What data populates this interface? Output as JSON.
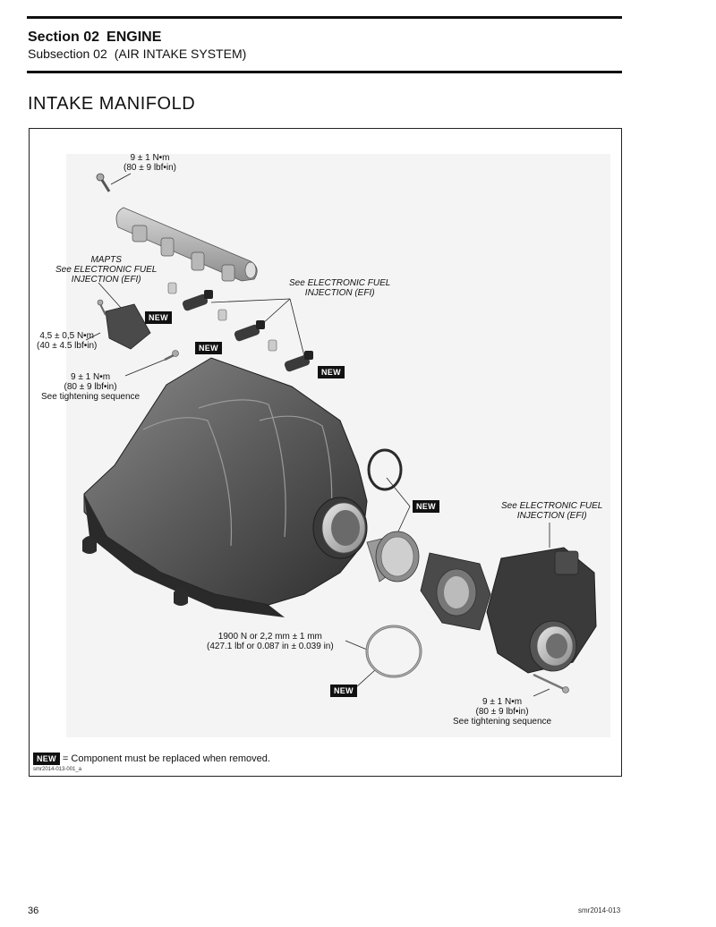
{
  "header": {
    "section_label": "Section 02",
    "section_name": "ENGINE",
    "subsection_label": "Subsection 02",
    "subsection_name": "(AIR INTAKE SYSTEM)"
  },
  "page_title": "INTAKE MANIFOLD",
  "figure": {
    "callouts": {
      "torque_rail_1": "9 ± 1 N•m",
      "torque_rail_2": "(80 ± 9 lbf•in)",
      "mapts_1": "MAPTS",
      "mapts_2": "See ELECTRONIC FUEL",
      "mapts_3": "INJECTION (EFI)",
      "injectors_1": "See ELECTRONIC FUEL",
      "injectors_2": "INJECTION (EFI)",
      "sensor_torque_1": "4,5 ± 0,5 N•m",
      "sensor_torque_2": "(40 ± 4.5 lbf•in)",
      "manifold_torque_1": "9 ± 1 N•m",
      "manifold_torque_2": "(80 ± 9 lbf•in)",
      "manifold_torque_3": "See tightening sequence",
      "throttle_efi_1": "See ELECTRONIC FUEL",
      "throttle_efi_2": "INJECTION (EFI)",
      "clamp_1": "1900 N or 2,2 mm ± 1 mm",
      "clamp_2": "(427.1 lbf or 0.087 in ± 0.039 in)",
      "throttle_torque_1": "9 ± 1 N•m",
      "throttle_torque_2": "(80 ± 9 lbf•in)",
      "throttle_torque_3": "See tightening sequence"
    },
    "new_badge": "NEW",
    "legend_text": "= Component must be replaced when removed.",
    "figure_id": "smr2014-013-001_a"
  },
  "footer": {
    "page_number": "36",
    "doc_code": "smr2014-013"
  }
}
